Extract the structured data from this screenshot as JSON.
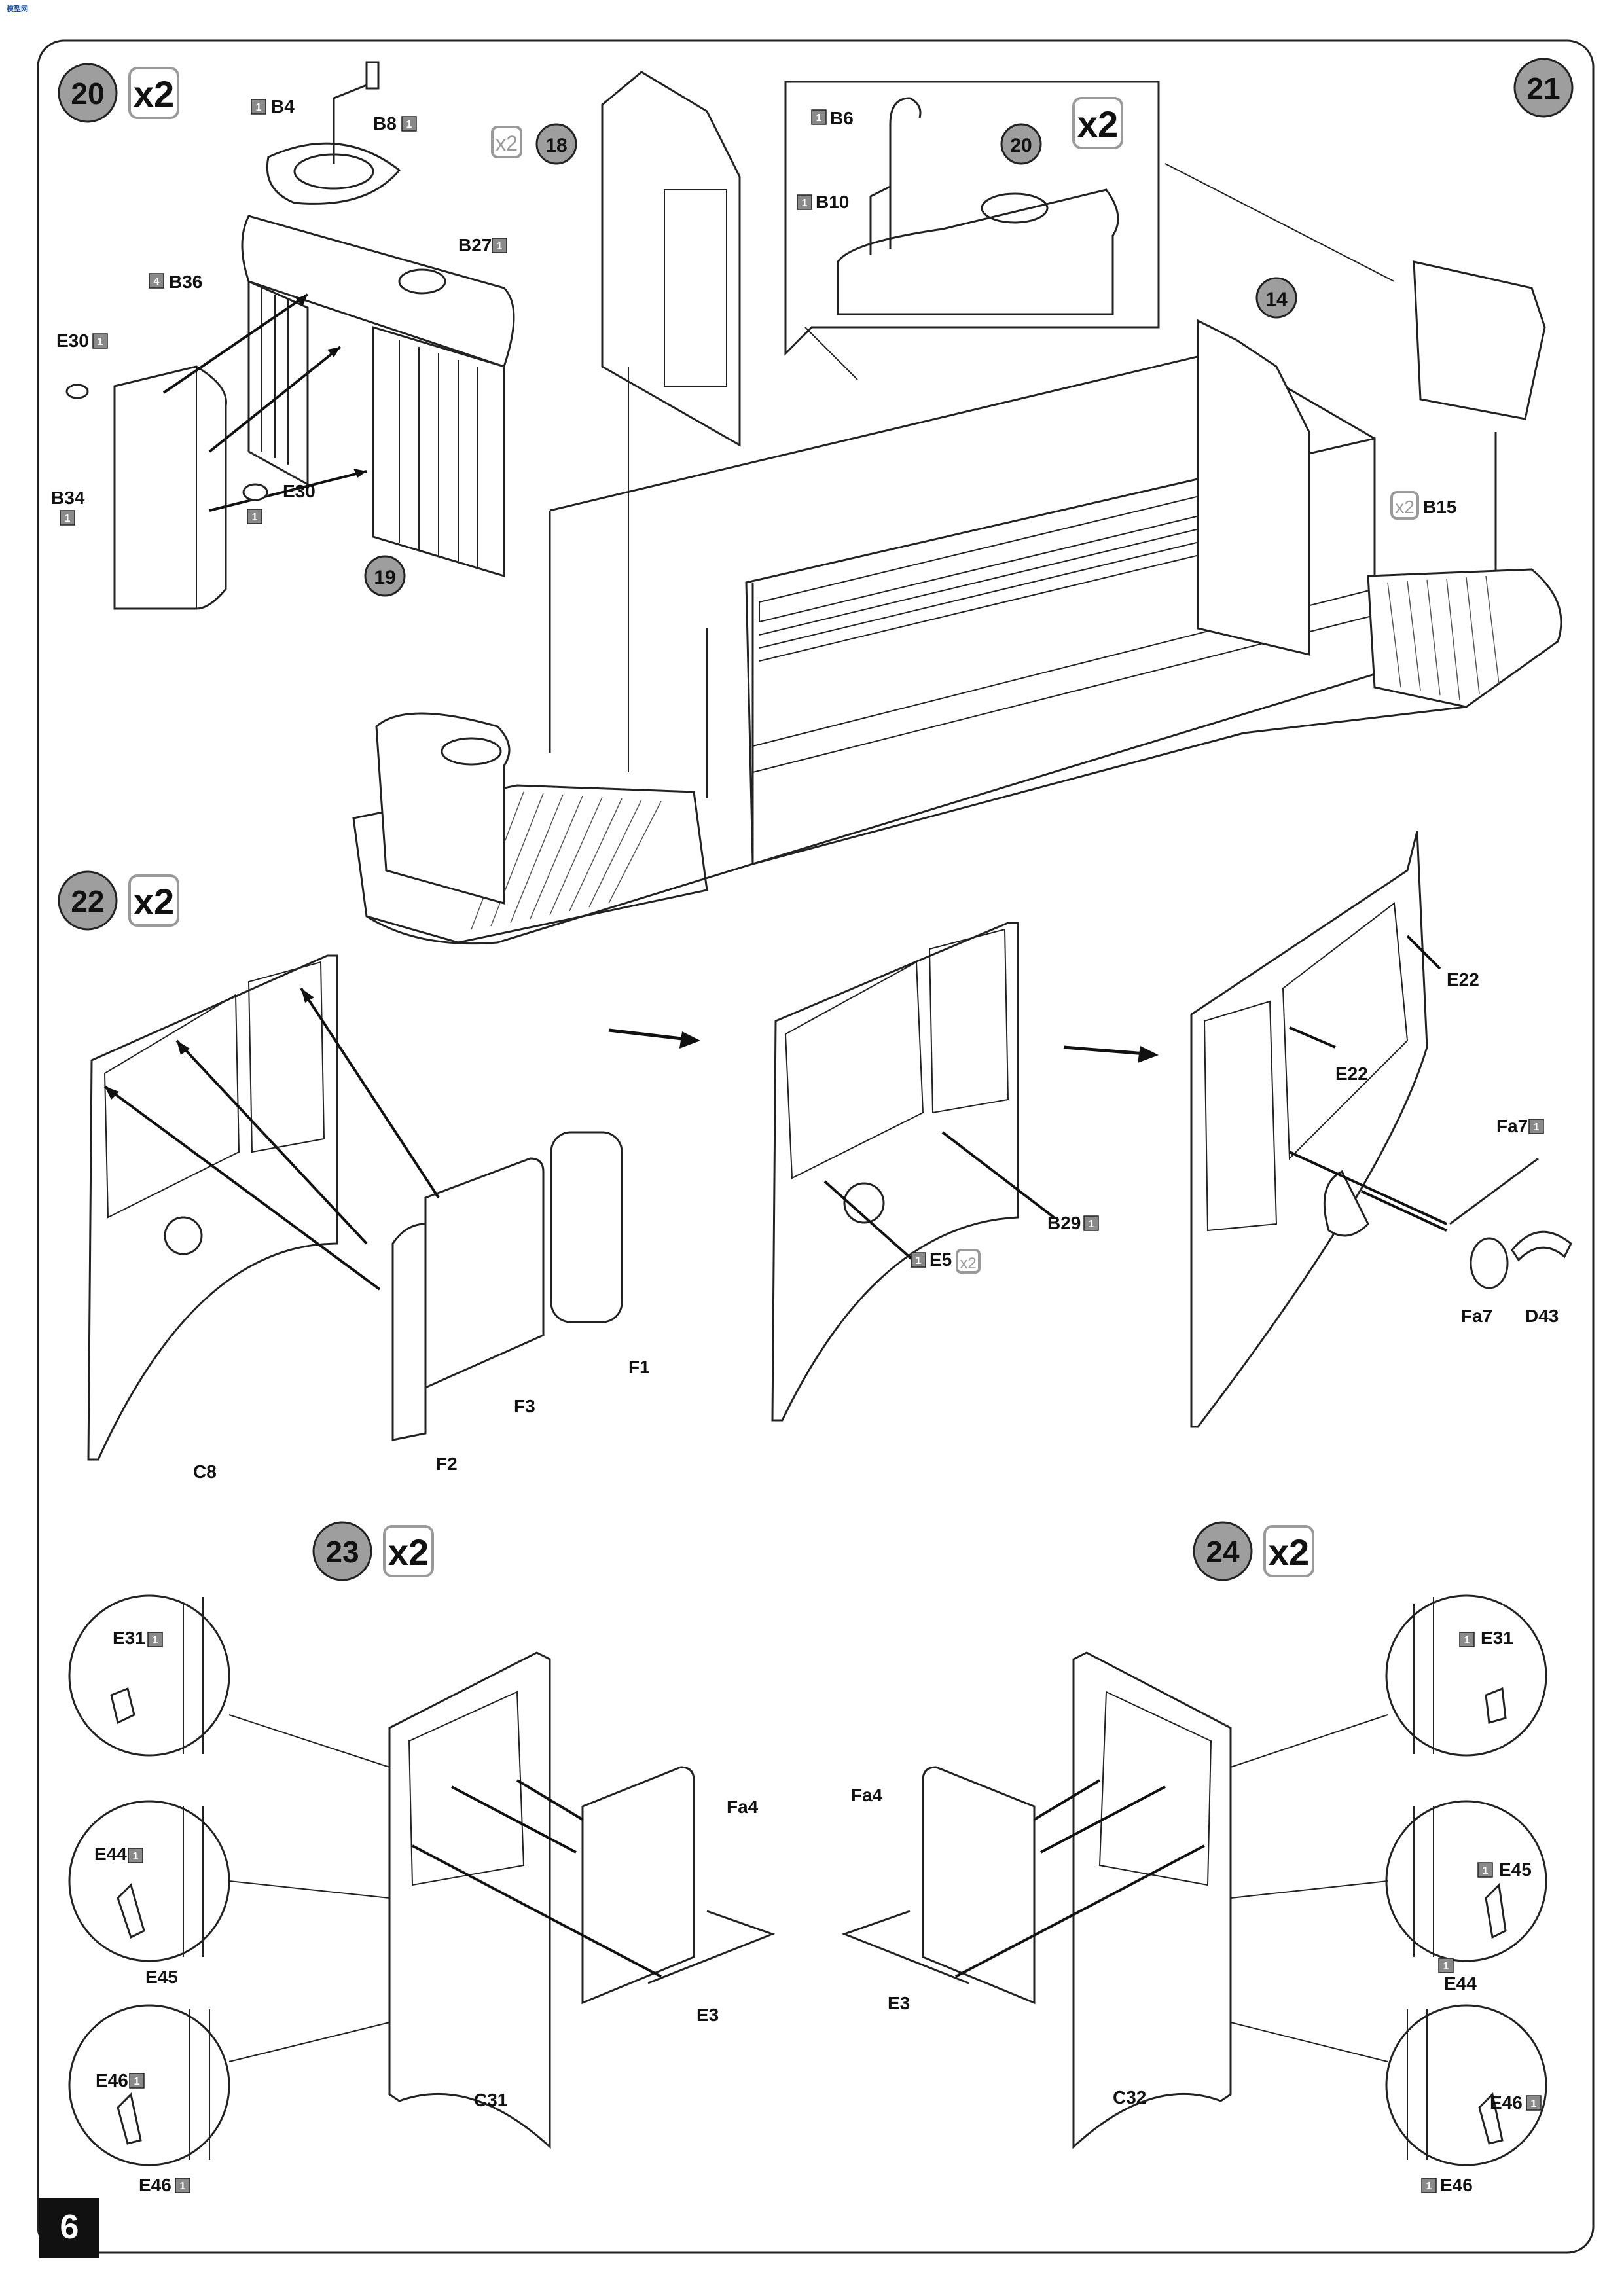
{
  "page_number": "6",
  "multiplier": "x2",
  "steps": [
    {
      "id": "s20",
      "number": "20",
      "multiplier": "x2"
    },
    {
      "id": "s21",
      "number": "21"
    },
    {
      "id": "s22",
      "number": "22",
      "multiplier": "x2"
    },
    {
      "id": "s23",
      "number": "23",
      "multiplier": "x2"
    },
    {
      "id": "s24",
      "number": "24",
      "multiplier": "x2"
    }
  ],
  "callouts": {
    "c18": "18",
    "c19": "19",
    "c20": "20",
    "c14": "14"
  },
  "parts": {
    "B4": "B4",
    "B8": "B8",
    "B36": "B36",
    "B27": "B27",
    "E30": "E30",
    "B34": "B34",
    "B6": "B6",
    "B10": "B10",
    "B15": "B15",
    "E22": "E22",
    "Fa7": "Fa7",
    "D43": "D43",
    "B29": "B29",
    "E5": "E5",
    "C8": "C8",
    "F1": "F1",
    "F2": "F2",
    "F3": "F3",
    "E31": "E31",
    "E44": "E44",
    "E45": "E45",
    "E46": "E46",
    "Fa4": "Fa4",
    "E3": "E3",
    "C31": "C31",
    "C32": "C32"
  },
  "quantities": {
    "one": "1",
    "four": "4"
  },
  "logo_text": "模型网"
}
